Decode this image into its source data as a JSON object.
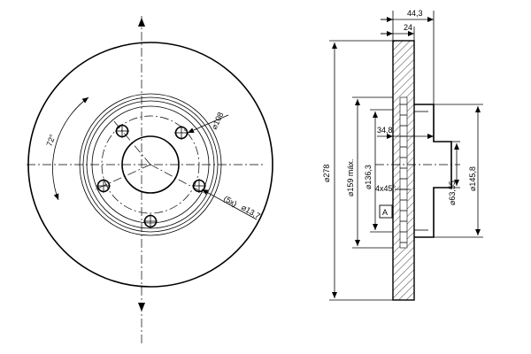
{
  "drawing": {
    "front_view": {
      "angle_label": "72°",
      "pcd_label": "⌀108",
      "holes_label": "(5x)",
      "hole_dia_label": "⌀13,7"
    },
    "side_view": {
      "total_height_label": "44,3",
      "disc_thickness_label": "24",
      "outer_dia_label": "⌀278",
      "max_dia_label": "⌀159 máx.",
      "dia_136_label": "⌀136,3",
      "depth_label": "34,8",
      "chamfer_label": "4x45°",
      "marker_label": "A",
      "bore_label": "⌀63,55",
      "hat_dia_label": "⌀145,8"
    }
  }
}
